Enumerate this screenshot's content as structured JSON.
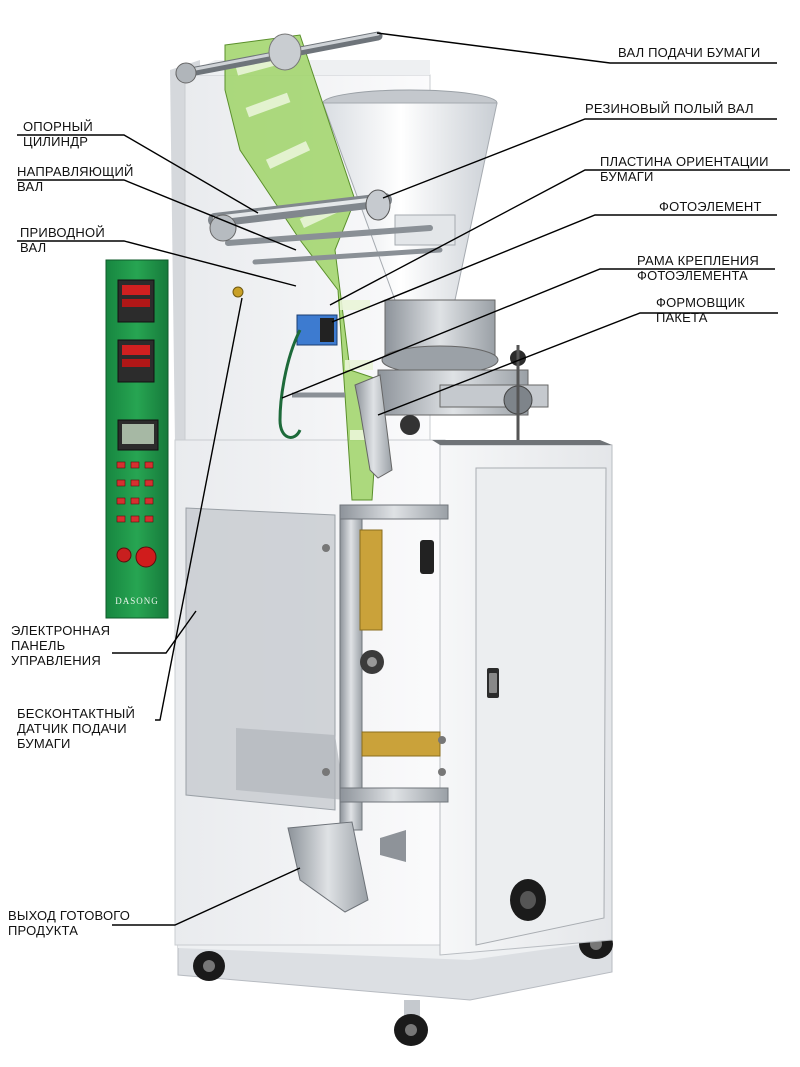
{
  "labels": {
    "paper_feed_shaft": [
      "ВАЛ ПОДАЧИ БУМАГИ"
    ],
    "rubber_hollow_shaft": [
      "РЕЗИНОВЫЙ ПОЛЫЙ ВАЛ"
    ],
    "paper_orientation_plate": [
      "ПЛАСТИНА ОРИЕНТАЦИИ",
      "БУМАГИ"
    ],
    "photocell": [
      "ФОТОЭЛЕМЕНТ"
    ],
    "photocell_mount_frame": [
      "РАМА КРЕПЛЕНИЯ",
      "ФОТОЭЛЕМЕНТА"
    ],
    "bag_former": [
      "ФОРМОВЩИК",
      "ПАКЕТА"
    ],
    "support_cylinder": [
      "ОПОРНЫЙ",
      "ЦИЛИНДР"
    ],
    "guide_shaft": [
      "НАПРАВЛЯЮЩИЙ",
      "ВАЛ"
    ],
    "drive_shaft": [
      "ПРИВОДНОЙ",
      "ВАЛ"
    ],
    "control_panel": [
      "ЭЛЕКТРОННАЯ",
      "ПАНЕЛЬ",
      "УПРАВЛЕНИЯ"
    ],
    "proximity_sensor": [
      "БЕСКОНТАКТНЫЙ",
      "ДАТЧИК ПОДАЧИ",
      "БУМАГИ"
    ],
    "product_outlet": [
      "ВЫХОД ГОТОВОГО",
      "ПРОДУКТА"
    ]
  },
  "panel_brand": "DASONG",
  "colors": {
    "panel_green": "#1f9a4a",
    "machine_white": "#f1f2f4",
    "steel": "#b9bec4",
    "film_green": "#7cc043",
    "leader_line": "#000000"
  }
}
